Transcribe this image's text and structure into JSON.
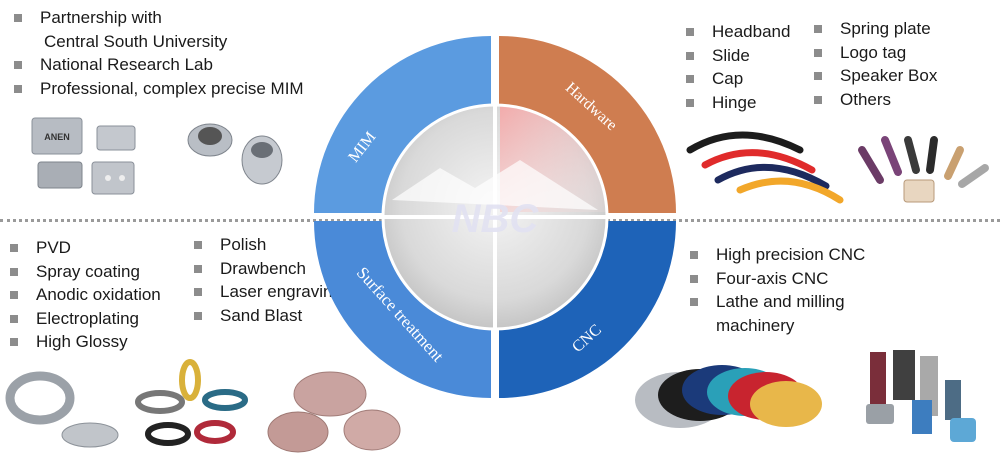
{
  "center_logo": "NBC",
  "segments": {
    "mim": {
      "label": "MIM",
      "color": "#5b9be0"
    },
    "hardware": {
      "label": "Hardware",
      "color": "#cf7d50"
    },
    "surface": {
      "label": "Surface treatment",
      "color": "#4a8ad8"
    },
    "cnc": {
      "label": "CNC",
      "color": "#1e63b8"
    }
  },
  "mim_list": [
    "Partnership with",
    "Central South University",
    "National Research Lab",
    "Professional, complex  precise MIM"
  ],
  "hardware_list_left": [
    "Headband",
    "Slide",
    "Cap",
    "Hinge"
  ],
  "hardware_list_right": [
    "Spring plate",
    "Logo tag",
    "Speaker Box",
    "Others"
  ],
  "surface_list_left": [
    "PVD",
    "Spray coating",
    "Anodic oxidation",
    "Electroplating",
    "High Glossy"
  ],
  "surface_list_right": [
    "Polish",
    "Drawbench",
    "Laser engraving",
    "Sand Blast"
  ],
  "cnc_list": [
    "High precision CNC",
    "Four-axis CNC",
    "Lathe and milling",
    "machinery"
  ],
  "product_brand": "ANEN"
}
